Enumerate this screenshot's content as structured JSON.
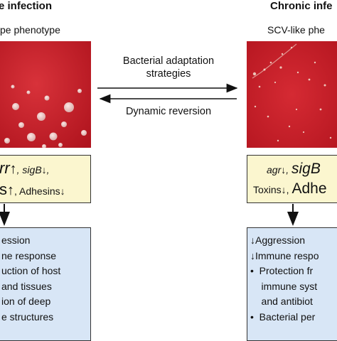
{
  "left": {
    "title": "e infection",
    "subtitle": "pe phenotype",
    "regulation": {
      "line1_gene_tail": "rr",
      "line1_arrow": "↑",
      "line1_rest": ", sigB↓,",
      "line2_big_tail": "s",
      "line2_arrow": "↑",
      "line2_rest": ", Adhesins↓"
    },
    "outcomes": [
      "ession",
      "ne response",
      "uction of host",
      "and tissues",
      "ion of deep",
      "e structures"
    ]
  },
  "right": {
    "title": "Chronic infe",
    "subtitle": "SCV-like phe",
    "regulation": {
      "line1_gene": "agr↓, ",
      "line1_big": "sigB",
      "line2_small": "Toxins↓, ",
      "line2_big": "Adhe"
    },
    "outcomes": [
      "↓Aggression",
      "↓Immune respo",
      "•  Protection fr",
      "    immune syst",
      "    and antibiot",
      "•  Bacterial per"
    ]
  },
  "middle": {
    "adaptation_label_line1": "Bacterial adaptation",
    "adaptation_label_line2": "strategies",
    "reversion_label": "Dynamic reversion"
  },
  "colors": {
    "agar_red": "#c8202a",
    "regulation_box": "#fbf6cf",
    "outcome_box": "#d8e6f6"
  }
}
